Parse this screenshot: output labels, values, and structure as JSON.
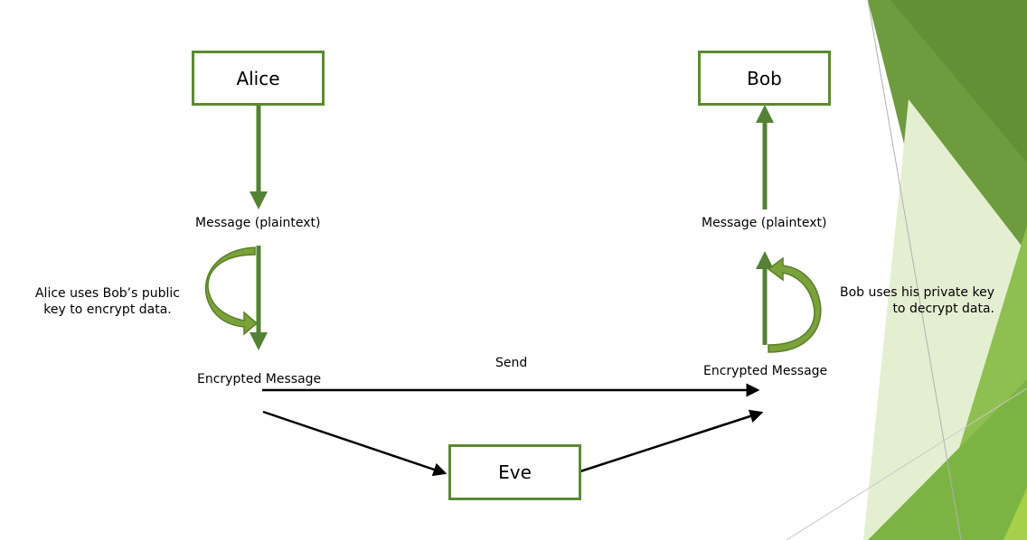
{
  "nodes": {
    "alice": "Alice",
    "bob": "Bob",
    "eve": "Eve"
  },
  "labels": {
    "alice_message": "Message (plaintext)",
    "bob_message": "Message (plaintext)",
    "alice_encrypted": "Encrypted Message",
    "bob_encrypted": "Encrypted Message",
    "send": "Send"
  },
  "notes": {
    "alice_note_line1": "Alice uses Bob’s public",
    "alice_note_line2": "key to encrypt data.",
    "bob_note_line1": "Bob uses his private key",
    "bob_note_line2": "to decrypt data."
  },
  "colors": {
    "box_border": "#5b8a32",
    "flow_arrow": "#548235",
    "curved_arrow": "#7aa23a",
    "accent_dark": "#5b8f2f",
    "accent_light": "#a9d16b"
  }
}
